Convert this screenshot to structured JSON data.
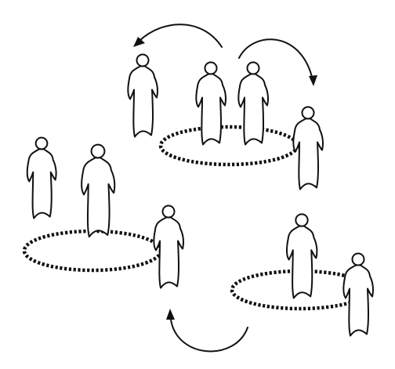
{
  "colors": {
    "background": "#ffffff",
    "ink": "#111111"
  },
  "groups": [
    {
      "name": "top-group",
      "members_inside_ring": 2,
      "members_outside_ring": 2
    },
    {
      "name": "left-group",
      "members_inside_ring": 2,
      "members_outside_ring": 1
    },
    {
      "name": "right-group",
      "members_inside_ring": 1,
      "members_outside_ring": 1
    }
  ],
  "arrows": [
    {
      "name": "top-left-arrow",
      "direction": "counterclockwise"
    },
    {
      "name": "top-right-arrow",
      "direction": "clockwise"
    },
    {
      "name": "bottom-arrow",
      "direction": "clockwise"
    }
  ]
}
